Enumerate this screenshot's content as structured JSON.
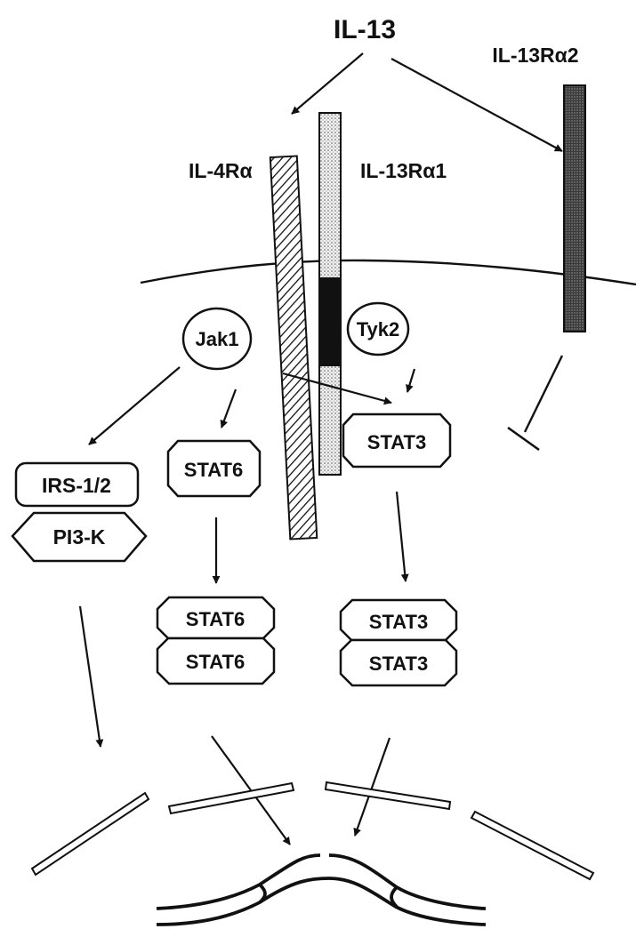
{
  "ligand": {
    "label": "IL-13"
  },
  "receptors": {
    "il4ra": {
      "label": "IL-4Rα"
    },
    "il13ra1": {
      "label": "IL-13Rα1"
    },
    "il13ra2": {
      "label": "IL-13Rα2"
    }
  },
  "kinases": {
    "jak1": {
      "label": "Jak1"
    },
    "tyk2": {
      "label": "Tyk2"
    }
  },
  "adaptors": {
    "irs": {
      "label": "IRS-1/2"
    },
    "pi3k": {
      "label": "PI3-K"
    }
  },
  "stats": {
    "stat6": {
      "label": "STAT6"
    },
    "stat3": {
      "label": "STAT3"
    },
    "stat6_dimer": [
      {
        "label": "STAT6"
      },
      {
        "label": "STAT6"
      }
    ],
    "stat3_dimer": [
      {
        "label": "STAT3"
      },
      {
        "label": "STAT3"
      }
    ]
  }
}
